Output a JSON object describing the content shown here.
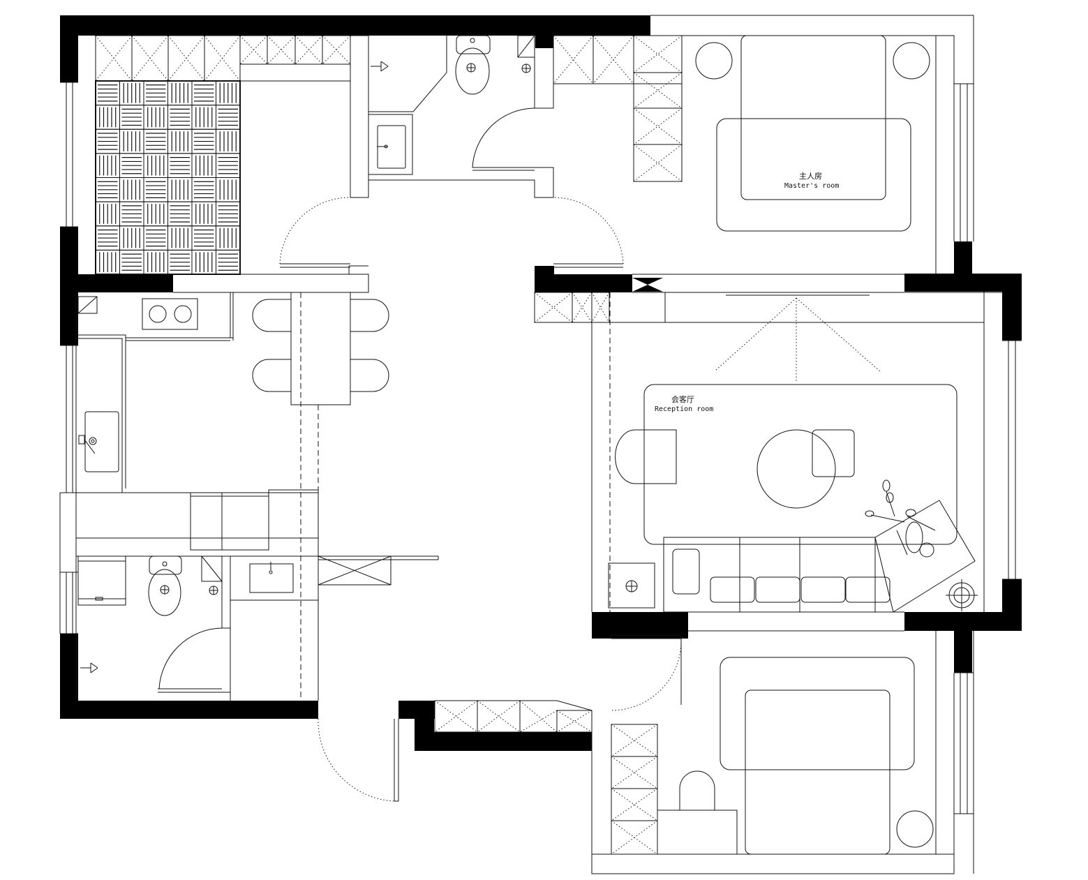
{
  "rooms": {
    "master": {
      "name_cn": "主人房",
      "name_en": "Master's room"
    },
    "reception": {
      "name_cn": "会客厅",
      "name_en": "Reception room"
    }
  },
  "icons": [
    "wall",
    "wardrobe",
    "tatami-grid",
    "toilet",
    "sink",
    "shower",
    "bed",
    "sofa",
    "dining-table",
    "round-table",
    "armchair",
    "door-swing",
    "floor-drain",
    "cooktop",
    "person-figure",
    "plant-pot"
  ],
  "colors": {
    "line": "#111111",
    "wall": "#000000",
    "background": "#ffffff"
  }
}
